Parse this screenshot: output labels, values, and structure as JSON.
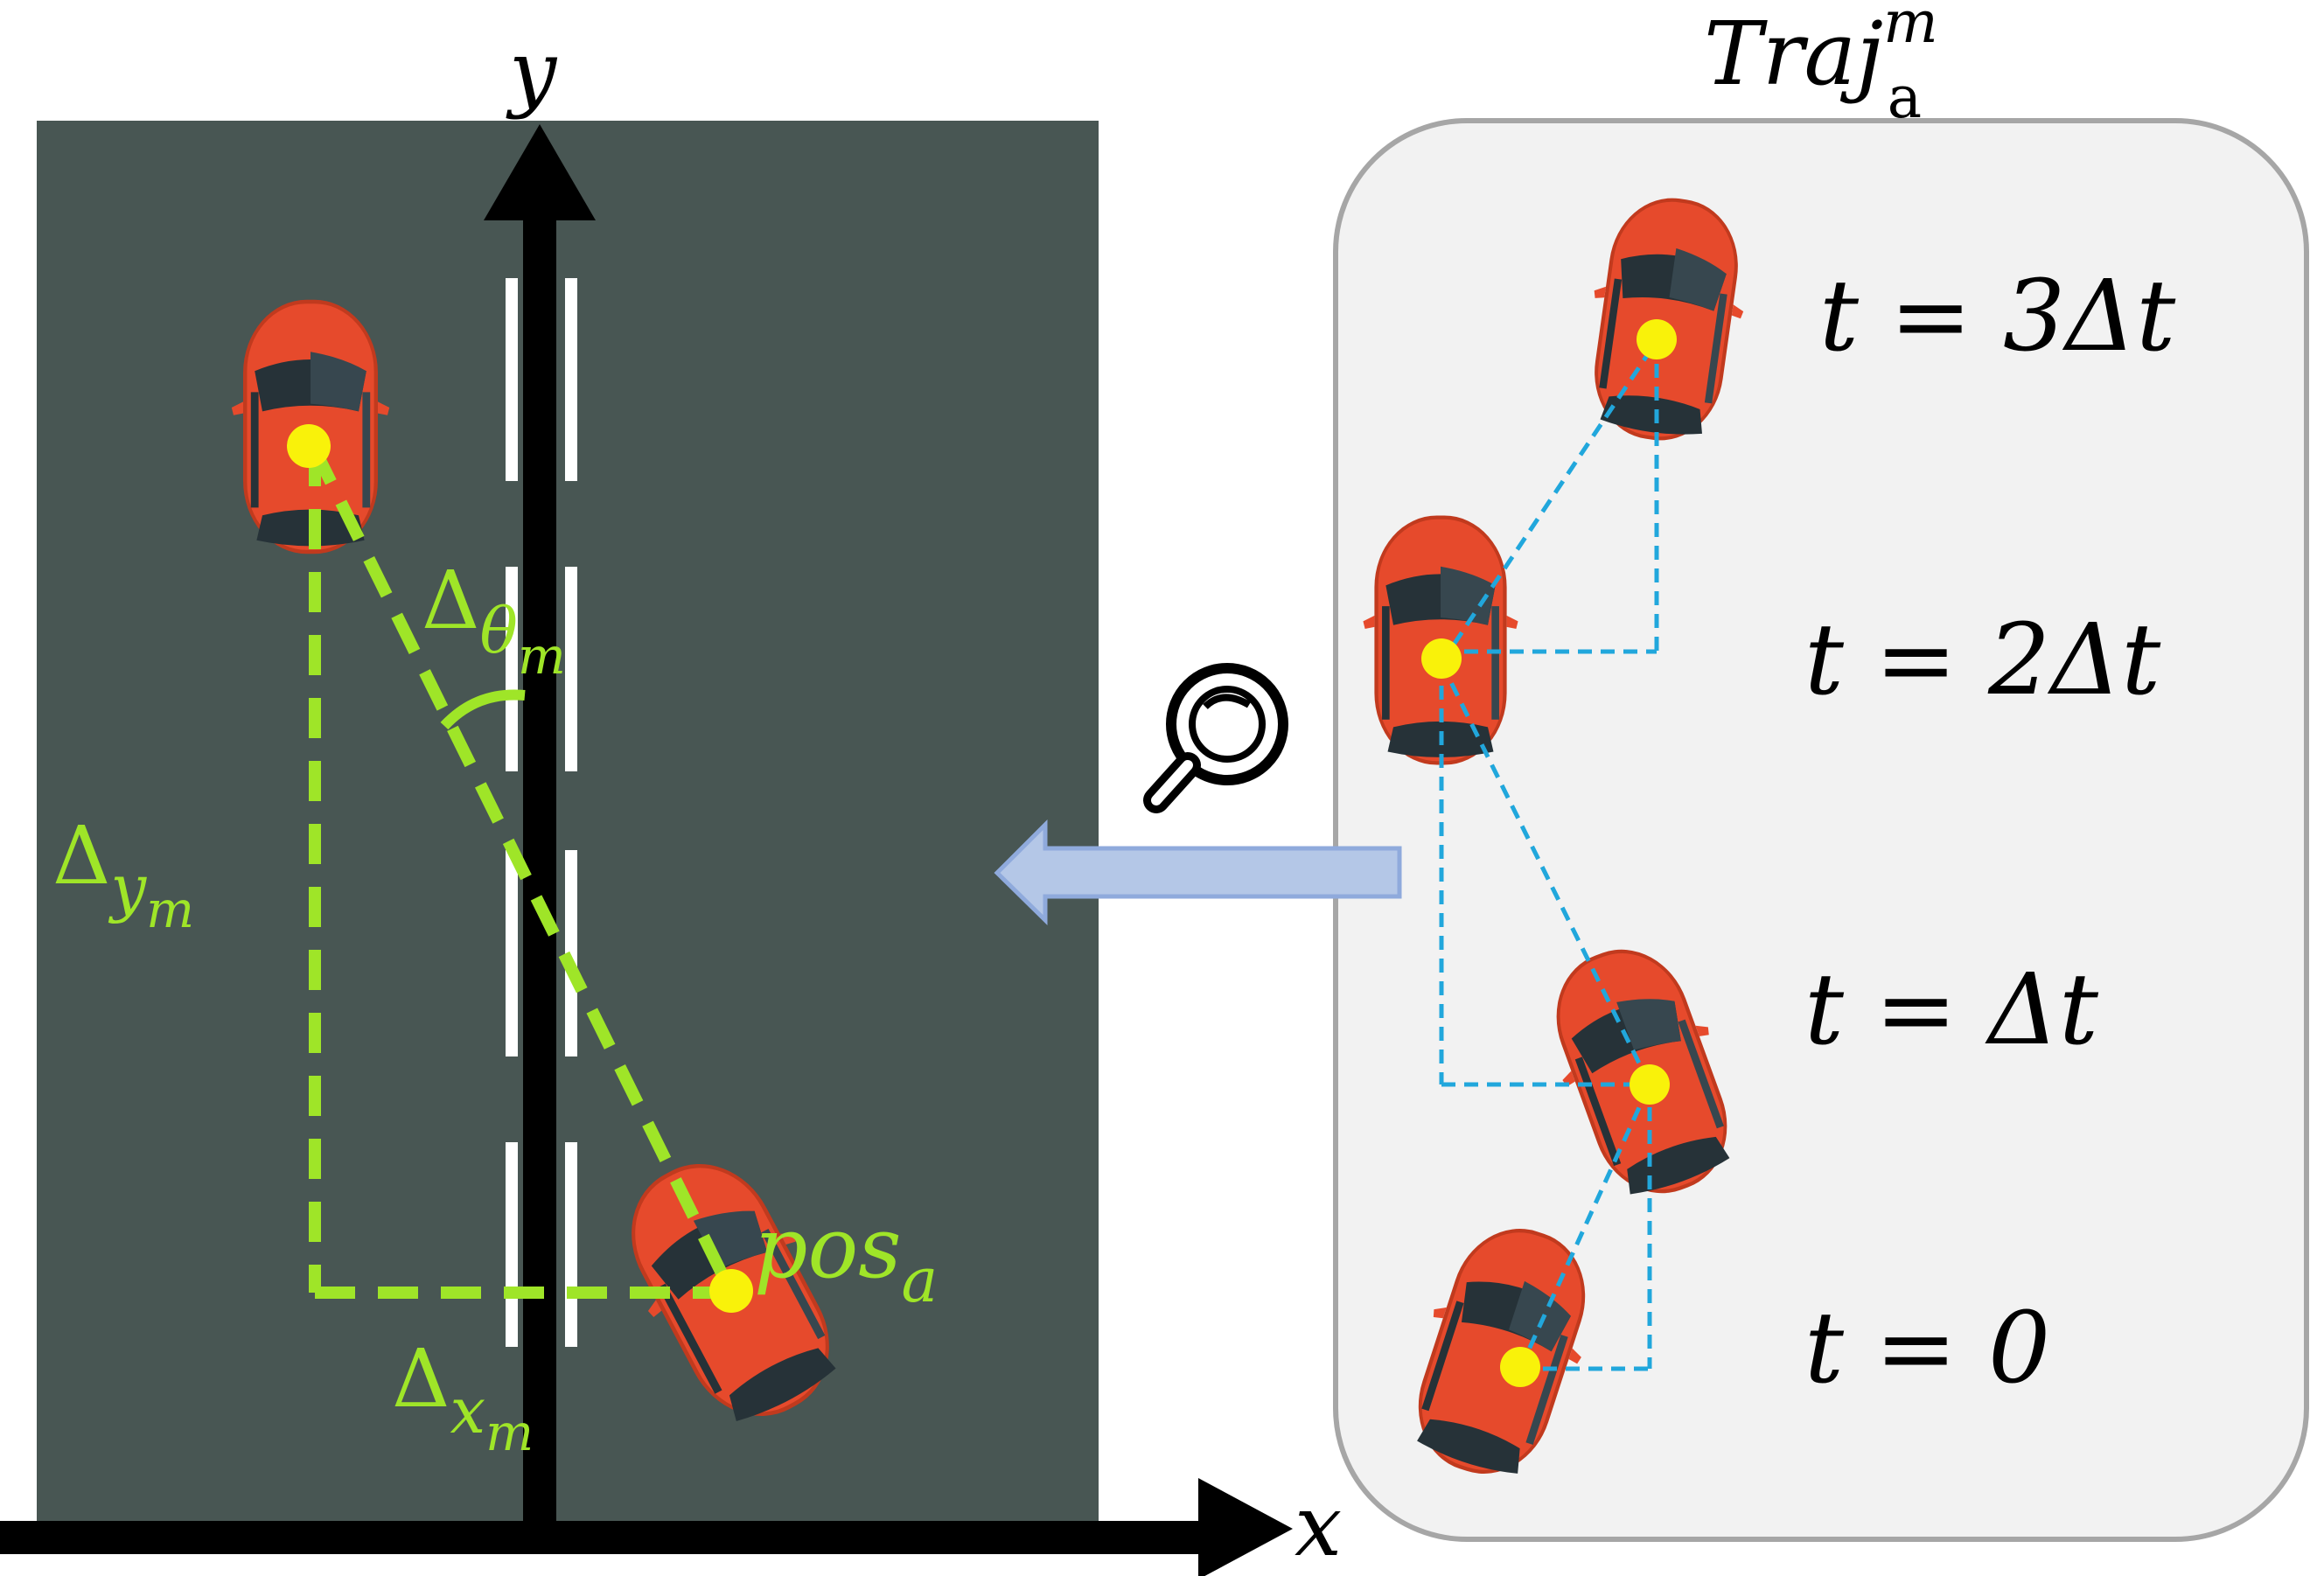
{
  "axes": {
    "y_label": "y",
    "x_label": "x"
  },
  "left_panel": {
    "delta_theta": {
      "symbol": "Δ",
      "sub": "θ",
      "subsub": "m"
    },
    "delta_y": {
      "symbol": "Δ",
      "sub": "y",
      "subsub": "m"
    },
    "delta_x": {
      "symbol": "Δ",
      "sub": "x",
      "subsub": "m"
    },
    "pos": {
      "main": "pos",
      "sub": "a"
    }
  },
  "right_panel": {
    "title": {
      "main": "Traj",
      "sup": "m",
      "sub": "a"
    },
    "times": [
      "t = 3Δt",
      "t = 2Δt",
      "t = Δt",
      "t = 0"
    ]
  },
  "colors": {
    "road": "#485653",
    "panel_bg": "#f2f2f2",
    "panel_border": "#a6a6a6",
    "annotation": "#9fe528",
    "trajectory": "#21a7dc",
    "car_body": "#e64a2c",
    "car_dark": "#c13a1e",
    "car_window": "#263238",
    "car_window2": "#37474f",
    "marker": "#f9f20a",
    "arrow_fill": "#b4c7e7",
    "arrow_stroke": "#8faadc",
    "axis": "#000000",
    "lane": "#ffffff"
  },
  "icons": {
    "search": "magnifier-icon",
    "car": "car-icon"
  }
}
